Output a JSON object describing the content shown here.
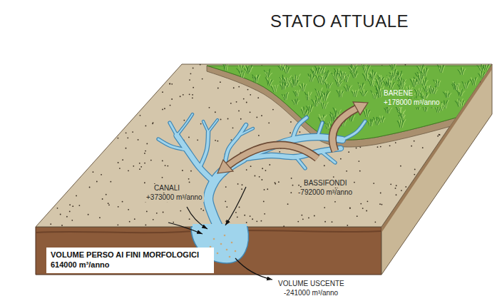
{
  "diagram": {
    "title": "STATO ATTUALE",
    "nodes": [
      {
        "text": [
          "VOLUME PERSO AI FINI MORFOLOGICI",
          "614000 m³/anno"
        ]
      }
    ],
    "labels": [
      "BARENE",
      "+178000 m³/anno",
      "CANALI",
      "+373000 m³/anno",
      "BASSIFONDI",
      "-792000 m³/anno",
      "VOLUME USCENTE",
      "-241000 m³/anno"
    ]
  }
}
